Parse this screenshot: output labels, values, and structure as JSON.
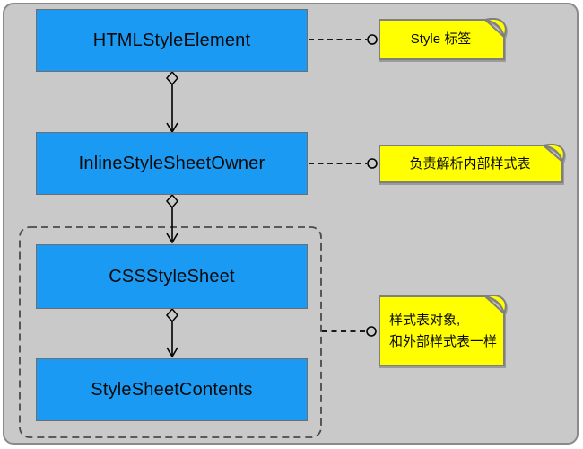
{
  "diagram": {
    "canvas": {
      "background": "#C9C9C9",
      "frame_border": "#8A8A8A"
    },
    "colors": {
      "class_fill": "#1B9AF3",
      "note_fill": "#FFFF00",
      "line_color": "#000000",
      "group_border": "#4A4A4A"
    },
    "classes": [
      {
        "id": "html-style-element",
        "label": "HTMLStyleElement"
      },
      {
        "id": "inline-style-sheet-owner",
        "label": "InlineStyleSheetOwner"
      },
      {
        "id": "css-style-sheet",
        "label": "CSSStyleSheet"
      },
      {
        "id": "style-sheet-contents",
        "label": "StyleSheetContents"
      }
    ],
    "notes": [
      {
        "id": "note-style-tag",
        "lines": [
          "Style 标签"
        ]
      },
      {
        "id": "note-inline-parse",
        "lines": [
          "负责解析内部样式表"
        ]
      },
      {
        "id": "note-stylesheet-object",
        "lines": [
          "样式表对象,",
          "和外部样式表一样"
        ]
      }
    ],
    "relations": [
      {
        "from": "HTMLStyleElement",
        "to": "InlineStyleSheetOwner",
        "type": "aggregation"
      },
      {
        "from": "InlineStyleSheetOwner",
        "to": "CSSStyleSheet",
        "type": "aggregation"
      },
      {
        "from": "CSSStyleSheet",
        "to": "StyleSheetContents",
        "type": "aggregation"
      },
      {
        "from": "HTMLStyleElement",
        "to": "note-style-tag",
        "type": "note-link"
      },
      {
        "from": "InlineStyleSheetOwner",
        "to": "note-inline-parse",
        "type": "note-link"
      },
      {
        "from": "group-boundary",
        "to": "note-stylesheet-object",
        "type": "note-link"
      }
    ]
  }
}
